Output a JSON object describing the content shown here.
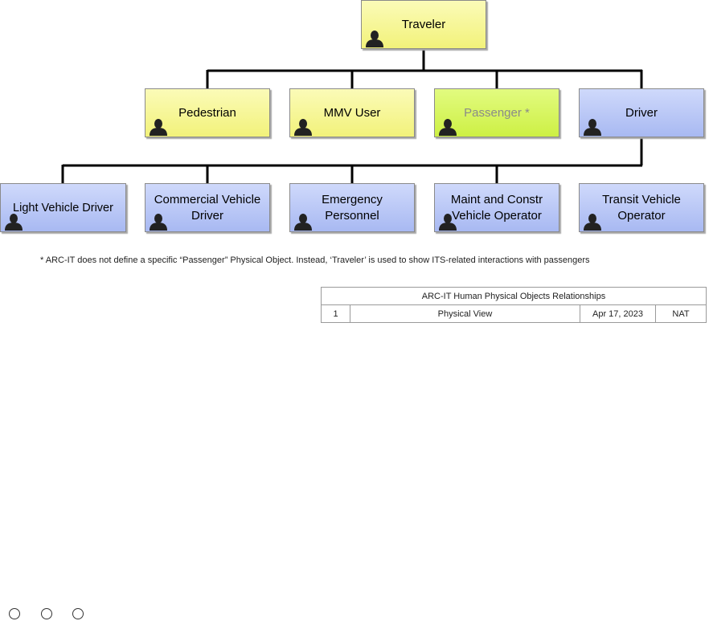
{
  "nodes": {
    "traveler": "Traveler",
    "pedestrian": "Pedestrian",
    "mmv_user": "MMV User",
    "passenger": "Passenger *",
    "driver": "Driver",
    "light_vehicle_driver": "Light Vehicle Driver",
    "commercial_vehicle_driver": "Commercial Vehicle Driver",
    "emergency_personnel": "Emergency Personnel",
    "maint_constr_operator": "Maint and Constr Vehicle Operator",
    "transit_vehicle_operator": "Transit Vehicle Operator"
  },
  "icons": {
    "actor": "person-icon"
  },
  "colors": {
    "yellow": "#f2f27a",
    "green": "#cdf044",
    "blue": "#a8b9f2"
  },
  "footnote": "*  ARC-IT does not define a specific “Passenger” Physical Object.  Instead, ‘Traveler’ is used to show ITS-related interactions with passengers",
  "title_block": {
    "title": "ARC-IT Human Physical Objects Relationships",
    "page": "1",
    "view": "Physical View",
    "date": "Apr 17, 2023",
    "scope": "NAT"
  },
  "pager": {
    "dots": 3
  }
}
